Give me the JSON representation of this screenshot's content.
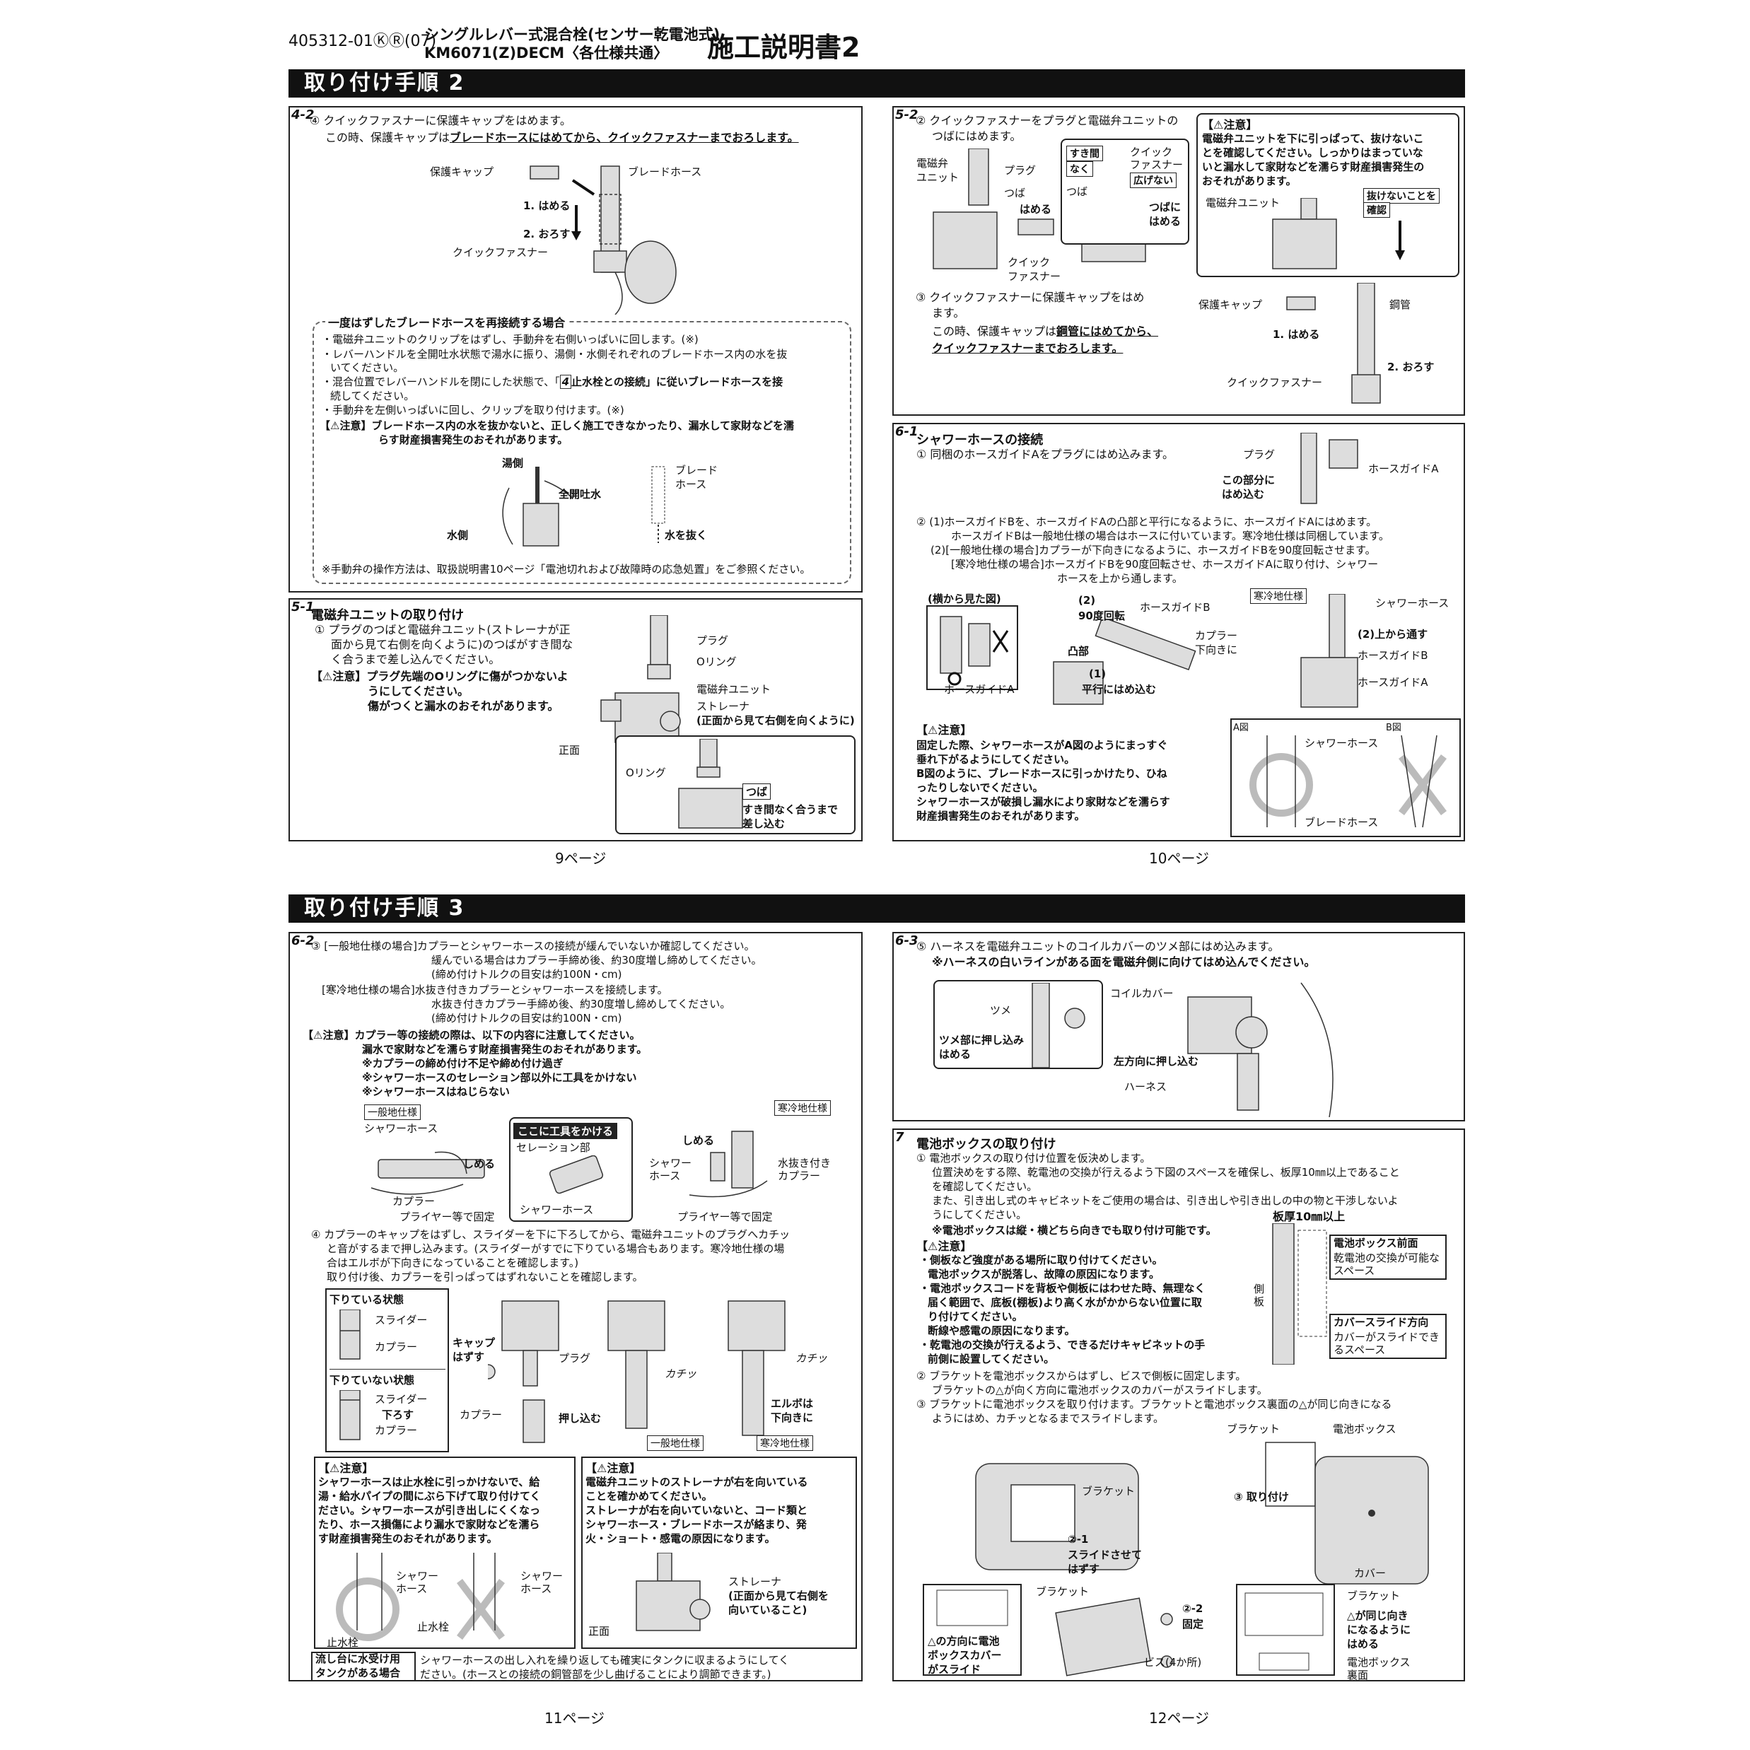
{
  "header": {
    "doc_code": "405312-01ⓀⓇ(07)",
    "product_line1": "シングルレバー式混合栓(センサー乾電池式)",
    "product_line2": "KM6071(Z)DECM〈各仕様共通〉",
    "doc_title": "施工説明書2"
  },
  "bands": {
    "band1": "取り付け手順 2",
    "band2": "取り付け手順 3"
  },
  "p9": {
    "s42": {
      "num": "4-2",
      "line1": "④ クイックファスナーに保護キャップをはめます。",
      "line2a": "この時、保護キャップは",
      "line2b": "ブレードホースにはめてから、クイックファスナーまでおろします。",
      "lbl_cap": "保護キャップ",
      "lbl_hose": "ブレードホース",
      "lbl_fit": "1. はめる",
      "lbl_down": "2. おろす",
      "lbl_qf": "クイックファスナー",
      "dash_title": "一度はずしたブレードホースを再接続する場合",
      "d1": "・電磁弁ユニットのクリップをはずし、手動弁を右側いっぱいに回します。(※)",
      "d2": "・レバーハンドルを全開吐水状態で湯水に振り、湯側・水側それぞれのブレードホース内の水を抜",
      "d2b": "いてください。",
      "d3": "・混合位置でレバーハンドルを閉にした状態で、「",
      "d3ref": "4",
      "d3c": "止水栓との接続」に従いブレードホースを接",
      "d3d": "続してください。",
      "d4": "・手動弁を左側いっぱいに回し、クリップを取り付けます。(※)",
      "caution1": "【⚠注意】ブレードホース内の水を抜かないと、正しく施工できなかったり、漏水して家財などを濡",
      "caution1b": "らす財産損害発生のおそれがあります。",
      "lbl_hot": "湯側",
      "lbl_full": "全開吐水",
      "lbl_cold": "水側",
      "lbl_blade": "ブレード",
      "lbl_blade2": "ホース",
      "lbl_drain": "水を抜く",
      "note": "※手動弁の操作方法は、取扱説明書10ページ「電池切れおよび故障時の応急処置」をご参照ください。"
    },
    "s51": {
      "num": "5-1",
      "title": "電磁弁ユニットの取り付け",
      "l1": "① プラグのつばと電磁弁ユニット(ストレーナが正",
      "l2": "面から見て右側を向くように)のつばがすき間な",
      "l3": "く合うまで差し込んでください。",
      "c1": "【⚠注意】プラグ先端のOリングに傷がつかないよ",
      "c2": "うにしてください。",
      "c3": "傷がつくと漏水のおそれがあります。",
      "lbl_plug": "プラグ",
      "lbl_oring": "Oリング",
      "lbl_unit": "電磁弁ユニット",
      "lbl_strainer": "ストレーナ",
      "lbl_strainer2": "(正面から見て右側を向くように)",
      "lbl_front": "正面",
      "lbl_oring2": "Oリング",
      "lbl_tsuba": "つば",
      "lbl_gap1": "すき間なく合うまで",
      "lbl_gap2": "差し込む"
    },
    "page": "9ページ"
  },
  "p10": {
    "s52": {
      "num": "5-2",
      "l1": "② クイックファスナーをプラグと電磁弁ユニットの",
      "l2": "つばにはめます。",
      "lbl_unit": "電磁弁",
      "lbl_unit2": "ユニット",
      "lbl_plug": "プラグ",
      "lbl_tsuba": "つば",
      "lbl_fit": "はめる",
      "lbl_qf": "クイック",
      "lbl_qf2": "ファスナー",
      "lbl_gap": "すき間",
      "lbl_gap2": "なく",
      "lbl_qf3": "クイック",
      "lbl_qf4": "ファスナー",
      "lbl_spread": "広げない",
      "lbl_tsuba2": "つば",
      "lbl_tsubani": "つばに",
      "lbl_tsubani2": "はめる",
      "c_title": "【⚠注意】",
      "c1": "電磁弁ユニットを下に引っぱって、抜けないこ",
      "c2": "とを確認してください。しっかりはまっていな",
      "c3": "いと漏水して家財などを濡らす財産損害発生の",
      "c4": "おそれがあります。",
      "c_lbl_unit": "電磁弁ユニット",
      "c_lbl_ok1": "抜けないことを",
      "c_lbl_ok2": "確認",
      "l3": "③ クイックファスナーに保護キャップをはめ",
      "l4": "ます。",
      "l5a": "この時、保護キャップは",
      "l5b": "鋼管にはめてから、",
      "l6": "クイックファスナーまでおろします。",
      "lbl_cap": "保護キャップ",
      "lbl_pipe": "鋼管",
      "lbl_fit2": "1. はめる",
      "lbl_down": "2. おろす",
      "lbl_qf5": "クイックファスナー"
    },
    "s61": {
      "num": "6-1",
      "title": "シャワーホースの接続",
      "l1": "① 同梱のホースガイドAをプラグにはめ込みます。",
      "lbl_plug": "プラグ",
      "lbl_guideA": "ホースガイドA",
      "lbl_part": "この部分に",
      "lbl_part2": "はめ込む",
      "l2": "② (1)ホースガイドBを、ホースガイドAの凸部と平行になるように、ホースガイドAにはめます。",
      "l3": "ホースガイドBは一般地仕様の場合はホースに付いています。寒冷地仕様は同梱しています。",
      "l4": "(2)[一般地仕様の場合]カプラーが下向きになるように、ホースガイドBを90度回転させます。",
      "l5": "[寒冷地仕様の場合]ホースガイドBを90度回転させ、ホースガイドAに取り付け、シャワー",
      "l6": "ホースを上から通します。",
      "lbl_side": "(横から見た図)",
      "lbl_rot": "(2)",
      "lbl_rot2": "90度回転",
      "lbl_guideB": "ホースガイドB",
      "lbl_coupler": "カプラー",
      "lbl_coupler2": "下向きに",
      "lbl_convex": "凸部",
      "lbl_1": "(1)",
      "lbl_parallel": "平行にはめ込む",
      "lbl_guideA2": "ホースガイドA",
      "tag_cold": "寒冷地仕様",
      "lbl_shower": "シャワーホース",
      "lbl_through": "(2)上から通す",
      "lbl_guideB2": "ホースガイドB",
      "lbl_guideA3": "ホースガイドA",
      "c_title": "【⚠注意】",
      "c1": "固定した際、シャワーホースがA図のようにまっすぐ",
      "c2": "垂れ下がるようにしてください。",
      "c3": "B図のように、ブレードホースに引っかけたり、ひね",
      "c4": "ったりしないでください。",
      "c5": "シャワーホースが破損し漏水により家財などを濡らす",
      "c6": "財産損害発生のおそれがあります。",
      "lbl_A": "A図",
      "lbl_B": "B図",
      "lbl_shower2": "シャワーホース",
      "lbl_blade": "ブレードホース"
    },
    "page": "10ページ"
  },
  "p11": {
    "s62": {
      "num": "6-2",
      "l1": "③ [一般地仕様の場合]カプラーとシャワーホースの接続が緩んでいないか確認してください。",
      "l2": "緩んでいる場合はカプラー手締め後、約30度増し締めしてください。",
      "l3": "(締め付けトルクの目安は約100N・cm)",
      "l4": "[寒冷地仕様の場合]水抜き付きカプラーとシャワーホースを接続します。",
      "l5": "水抜き付きカプラー手締め後、約30度増し締めしてください。",
      "l6": "(締め付けトルクの目安は約100N・cm)",
      "c1": "【⚠注意】カプラー等の接続の際は、以下の内容に注意してください。",
      "c2": "漏水で家財などを濡らす財産損害発生のおそれがあります。",
      "c3": "※カプラーの締め付け不足や締め付け過ぎ",
      "c4": "※シャワーホースのセレーション部以外に工具をかけない",
      "c5": "※シャワーホースはねじらない",
      "tag_general": "一般地仕様",
      "lbl_shower": "シャワーホース",
      "lbl_tighten": "しめる",
      "lbl_coupler": "カプラー",
      "lbl_plier": "プライヤー等で固定",
      "tag_tool": "ここに工具をかける",
      "lbl_serration": "セレーション部",
      "lbl_shower2": "シャワーホース",
      "tag_cold": "寒冷地仕様",
      "lbl_tighten2": "しめる",
      "lbl_shower3": "シャワー",
      "lbl_shower4": "ホース",
      "lbl_drainc": "水抜き付き",
      "lbl_drainc2": "カプラー",
      "lbl_plier2": "プライヤー等で固定",
      "l7": "④ カプラーのキャップをはずし、スライダーを下に下ろしてから、電磁弁ユニットのプラグへカチッ",
      "l8": "と音がするまで押し込みます。(スライダーがすでに下りている場合もあります。寒冷地仕様の場",
      "l9": "合はエルボが下向きになっていることを確認します。)",
      "l10": "取り付け後、カプラーを引っぱってはずれないことを確認します。",
      "st_down": "下りている状態",
      "lbl_slider": "スライダー",
      "lbl_coupler3": "カプラー",
      "st_notdown": "下りていない状態",
      "lbl_slider2": "スライダー",
      "lbl_lower": "下ろす",
      "lbl_coupler4": "カプラー",
      "lbl_cap": "キャップ",
      "lbl_cap2": "はずす",
      "lbl_plug": "プラグ",
      "lbl_coupler5": "カプラー",
      "lbl_push": "押し込む",
      "lbl_click": "カチッ",
      "lbl_click2": "カチッ",
      "lbl_elbow": "エルボは",
      "lbl_elbow2": "下向きに",
      "tag_general2": "一般地仕様",
      "tag_cold2": "寒冷地仕様",
      "cl_title": "【⚠注意】",
      "cl1": "シャワーホースは止水栓に引っかけないで、給",
      "cl2": "湯・給水パイプの間にぶら下げて取り付けてく",
      "cl3": "ださい。シャワーホースが引き出しにくくなっ",
      "cl4": "たり、ホース損傷により漏水で家財などを濡ら",
      "cl5": "す財産損害発生のおそれがあります。",
      "lbl_sh1": "シャワー",
      "lbl_sh2": "ホース",
      "lbl_sh3": "シャワー",
      "lbl_sh4": "ホース",
      "lbl_stop": "止水栓",
      "lbl_stop2": "止水栓",
      "cr_title": "【⚠注意】",
      "cr1": "電磁弁ユニットのストレーナが右を向いている",
      "cr2": "ことを確かめてください。",
      "cr3": "ストレーナが右を向いていないと、コード類と",
      "cr4": "シャワーホース・ブレードホースが絡まり、発",
      "cr5": "火・ショート・感電の原因になります。",
      "lbl_strainer": "ストレーナ",
      "lbl_strainer2": "(正面から見て右側を",
      "lbl_strainer3": "向いていること)",
      "lbl_front": "正面",
      "tank1": "流し台に水受け用",
      "tank2": "タンクがある場合",
      "tank_t1": "シャワーホースの出し入れを繰り返しても確実にタンクに収まるようにしてく",
      "tank_t2": "ださい。(ホースとの接続の銅管部を少し曲げることにより調節できます。)"
    },
    "page": "11ページ"
  },
  "p12": {
    "s63": {
      "num": "6-3",
      "l1": "⑤ ハーネスを電磁弁ユニットのコイルカバーのツメ部にはめ込みます。",
      "l2": "※ハーネスの白いラインがある面を電磁弁側に向けてはめ込んでください。",
      "lbl_claw": "ツメ",
      "lbl_coil": "コイルカバー",
      "lbl_push": "ツメ部に押し込み",
      "lbl_push2": "はめる",
      "lbl_left": "左方向に押し込む",
      "lbl_harness": "ハーネス"
    },
    "s7": {
      "num": "7",
      "title": "電池ボックスの取り付け",
      "l1": "① 電池ボックスの取り付け位置を仮決めします。",
      "l2": "位置決めをする際、乾電池の交換が行えるよう下図のスペースを確保し、板厚10㎜以上であること",
      "l3": "を確認してください。",
      "l4": "また、引き出し式のキャビネットをご使用の場合は、引き出しや引き出しの中の物と干渉しないよ",
      "l5": "うにしてください。",
      "l6": "※電池ボックスは縦・横どちら向きでも取り付け可能です。",
      "lbl_thick": "板厚10㎜以上",
      "c_title": "【⚠注意】",
      "c1": "・側板など強度がある場所に取り付けてください。",
      "c2": "電池ボックスが脱落し、故障の原因になります。",
      "c3": "・電池ボックスコードを背板や側板にはわせた時、無理なく",
      "c4": "届く範囲で、底板(棚板)より高く水がかからない位置に取",
      "c5": "り付けてください。",
      "c6": "断線や感電の原因になります。",
      "c7": "・乾電池の交換が行えるよう、できるだけキャビネットの手",
      "c8": "前側に設置してください。",
      "lbl_side": "側",
      "lbl_side2": "板",
      "lbl_front_t": "電池ボックス前面",
      "lbl_front1": "乾電池の交換が可能な",
      "lbl_front2": "スペース",
      "lbl_slide_t": "カバースライド方向",
      "lbl_slide1": "カバーがスライドでき",
      "lbl_slide2": "るスペース",
      "l7": "② ブラケットを電池ボックスからはずし、ビスで側板に固定します。",
      "l8": "ブラケットの△が向く方向に電池ボックスのカバーがスライドします。",
      "l9": "③ ブラケットに電池ボックスを取り付けます。ブラケットと電池ボックス裏面の△が同じ向きになる",
      "l10": "ようにはめ、カチッとなるまでスライドします。",
      "lbl_bracket": "ブラケット",
      "lbl_bbox": "電池ボックス",
      "lbl_bracket2": "ブラケット",
      "lbl_attach": "③ 取り付け",
      "lbl_21": "②-1",
      "lbl_21b": "スライドさせて",
      "lbl_21c": "はずす",
      "lbl_cover": "カバー",
      "lbl_bracket3": "ブラケット",
      "lbl_22": "②-2",
      "lbl_22b": "固定",
      "lbl_dir1": "△の方向に電池",
      "lbl_dir2": "ボックスカバー",
      "lbl_dir3": "がスライド",
      "lbl_screw": "ビス(4か所)",
      "lbl_bracket4": "ブラケット",
      "lbl_same1": "△が同じ向き",
      "lbl_same2": "になるように",
      "lbl_same3": "はめる",
      "lbl_back1": "電池ボックス",
      "lbl_back2": "裏面"
    },
    "page": "12ページ"
  }
}
